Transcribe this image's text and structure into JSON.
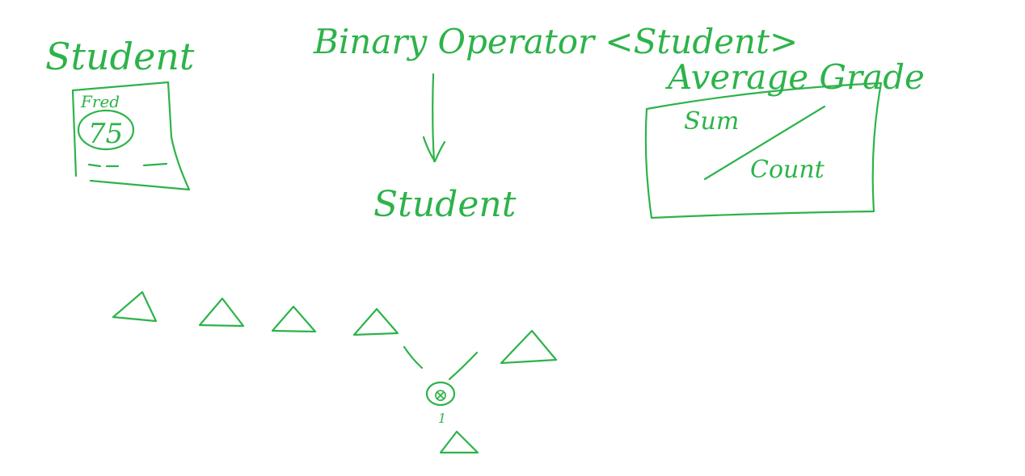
{
  "colors": {
    "ink": "#2db34a",
    "background": "#ffffff"
  },
  "labels": {
    "student_title": "Student",
    "card_name": "Fred",
    "card_score": "75",
    "binary_operator": "Binary Operator <Student>",
    "result_type": "Student",
    "average_title": "Average Grade",
    "sum": "Sum",
    "count": "Count",
    "operator_symbol": "⊗",
    "operator_index": "1"
  }
}
